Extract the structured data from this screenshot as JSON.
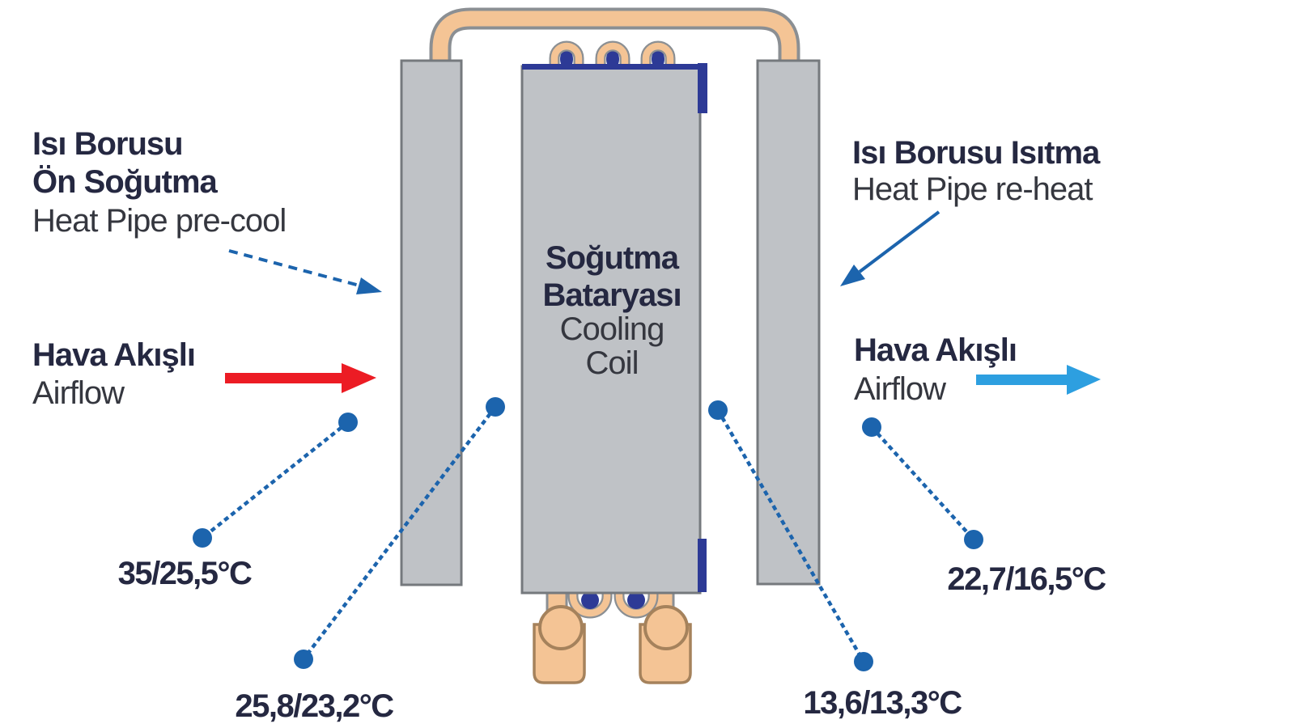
{
  "labels": {
    "heat_pipe_precool": {
      "line1": "Isı Borusu",
      "line2": "Ön Soğutma",
      "line3": "Heat Pipe pre-cool"
    },
    "heat_pipe_reheat": {
      "line1": "Isı Borusu Isıtma",
      "line2": "Heat Pipe re-heat"
    },
    "airflow_in": {
      "line1": "Hava Akışlı",
      "line2": "Airflow"
    },
    "airflow_out": {
      "line1": "Hava Akışlı",
      "line2": "Airflow"
    },
    "cooling_coil": {
      "line1": "Soğutma",
      "line2": "Bataryası",
      "line3": "Cooling",
      "line4": "Coil"
    }
  },
  "temperatures": {
    "air_inlet": "35/25,5°C",
    "after_precool": "25,8/23,2°C",
    "air_outlet": "22,7/16,5°C",
    "after_cooling_coil": "13,6/13,3°C"
  },
  "colors": {
    "title_navy": "#252841",
    "subtitle_gray": "#35373f",
    "line_blue": "#1c64ad",
    "airflow_red": "#ec1c24",
    "airflow_light_blue": "#2d9fe0",
    "metal_fill": "#bfc2c6",
    "metal_border": "#75797d",
    "metal_outline": "#8b8f93",
    "copper": "#f4c495",
    "copper_dark": "#a5825c",
    "coil_navy": "#2d3a96"
  }
}
